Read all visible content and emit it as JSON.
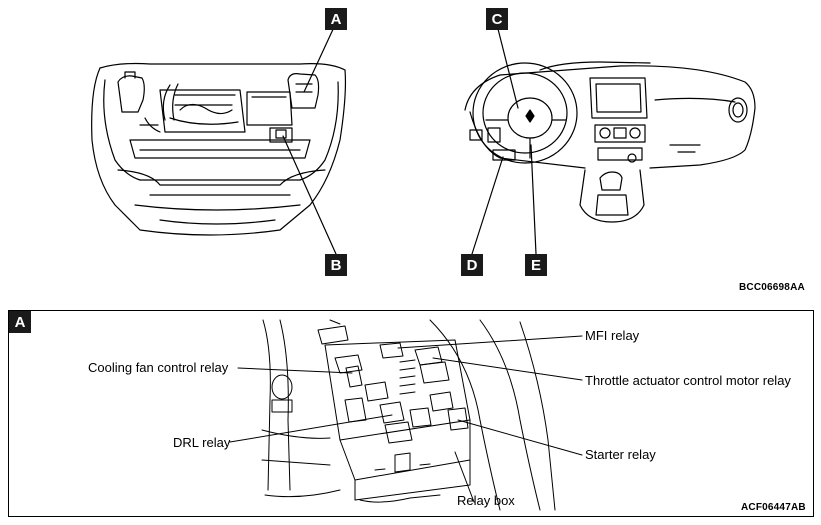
{
  "top_callouts": {
    "a": "A",
    "b": "B",
    "c": "C",
    "d": "D",
    "e": "E"
  },
  "top_figure_code": "BCC06698AA",
  "detail_panel": {
    "tag": "A",
    "figure_code": "ACF06447AB",
    "labels": {
      "mfi_relay": "MFI relay",
      "cooling_fan_relay": "Cooling fan control relay",
      "throttle_relay": "Throttle actuator control motor relay",
      "drl_relay": "DRL relay",
      "starter_relay": "Starter relay",
      "relay_box": "Relay box"
    }
  }
}
